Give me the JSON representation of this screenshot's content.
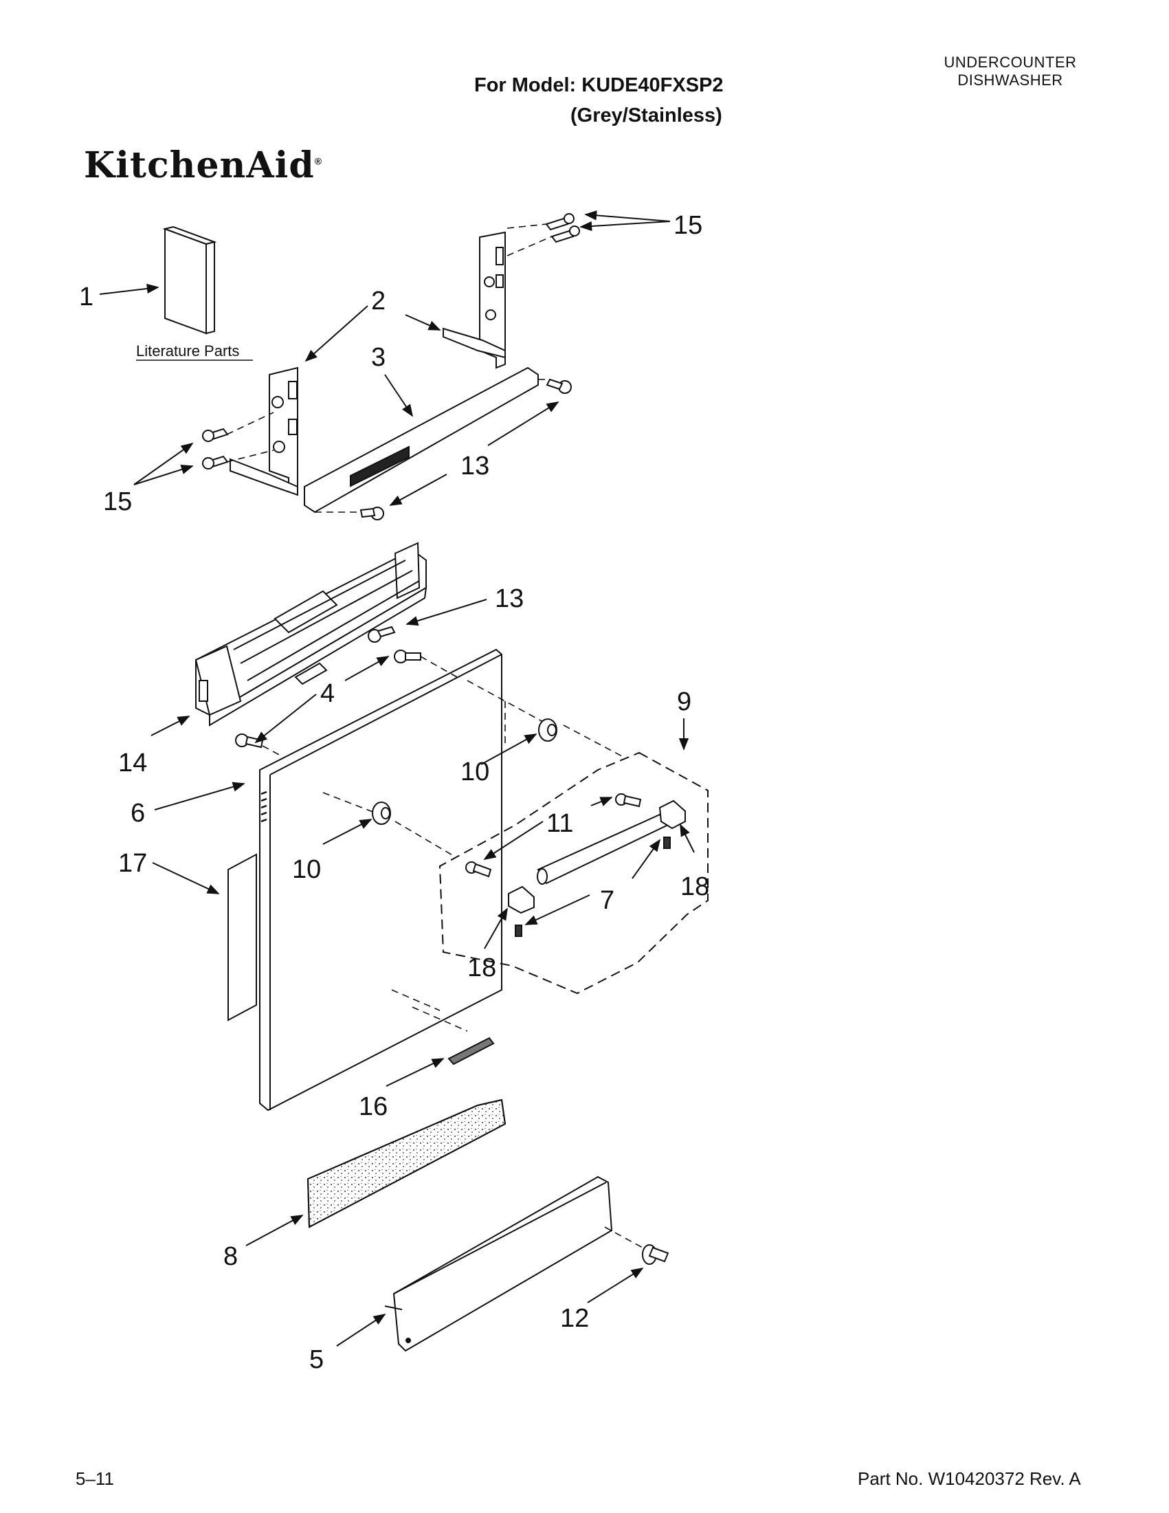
{
  "header": {
    "category_line1": "UNDERCOUNTER",
    "category_line2": "DISHWASHER",
    "model_line": "For Model: KUDE40FXSP2",
    "variant": "(Grey/Stainless)",
    "brand": "KitchenAid"
  },
  "literature_label": "Literature Parts",
  "callouts": [
    "1",
    "2",
    "3",
    "4",
    "5",
    "6",
    "7",
    "8",
    "9",
    "10",
    "10",
    "11",
    "12",
    "13",
    "13",
    "14",
    "15",
    "15",
    "16",
    "17",
    "18",
    "18"
  ],
  "footer": {
    "page": "5–11",
    "part_number": "Part No. W10420372 Rev. A"
  },
  "colors": {
    "ink": "#111111",
    "paper": "#ffffff"
  }
}
